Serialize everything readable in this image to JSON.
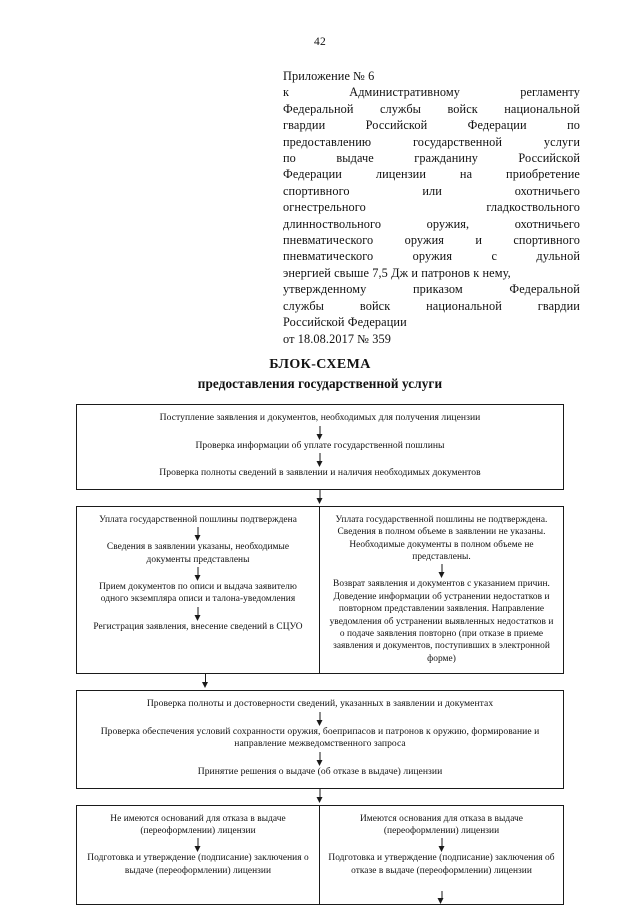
{
  "page": {
    "number": "42"
  },
  "appendix": {
    "lines": [
      "Приложение № 6",
      "к Административному регламенту",
      "Федеральной службы войск национальной",
      "гвардии Российской Федерации по",
      "предоставлению государственной услуги",
      "по выдаче гражданину Российской",
      "Федерации лицензии на приобретение",
      "спортивного или охотничьего",
      "огнестрельного гладкоствольного",
      "длинноствольного оружия, охотничьего",
      "пневматического оружия и спортивного",
      "пневматического оружия с дульной",
      "энергией свыше 7,5 Дж и патронов к нему,",
      "утвержденному приказом Федеральной",
      "службы войск национальной гвардии",
      "Российской Федерации",
      "от 18.08.2017 № 359"
    ]
  },
  "scheme_title": {
    "line1": "БЛОК-СХЕМА",
    "line2": "предоставления государственной услуги"
  },
  "flowchart": {
    "stage1": {
      "steps": [
        "Поступление заявления и документов, необходимых для получения лицензии",
        "Проверка информации об уплате государственной пошлины",
        "Проверка полноты сведений в заявлении и наличия необходимых документов"
      ]
    },
    "stage2": {
      "left": {
        "steps": [
          "Уплата государственной пошлины подтверждена",
          "Сведения в заявлении указаны, необходимые документы представлены",
          "Прием документов по описи и выдача заявителю одного экземпляра описи и талона-уведомления",
          "Регистрация заявления, внесение сведений в СЦУО"
        ]
      },
      "right": {
        "steps": [
          "Уплата государственной пошлины не подтверждена. Сведения в полном объеме в заявлении не указаны. Необходимые документы в полном объеме не представлены.",
          "Возврат заявления и документов с указанием причин. Доведение информации об устранении недостатков и повторном представлении заявления. Направление уведомления об устранении выявленных недостатков и о подаче заявления повторно (при отказе в приеме заявления и документов, поступивших в электронной форме)"
        ]
      }
    },
    "stage3": {
      "steps": [
        "Проверка полноты и достоверности сведений, указанных в заявлении и документах",
        "Проверка обеспечения условий сохранности оружия, боеприпасов и патронов к оружию, формирование и направление межведомственного запроса",
        "Принятие решения о выдаче (об отказе в выдаче) лицензии"
      ]
    },
    "stage4": {
      "left": {
        "steps": [
          "Не имеются оснований для отказа в выдаче (переоформлении) лицензии",
          "Подготовка и утверждение (подписание) заключения о выдаче (переоформлении) лицензии"
        ]
      },
      "right": {
        "steps": [
          "Имеются основания для отказа в выдаче (переоформлении) лицензии",
          "Подготовка и утверждение (подписание) заключения об отказе в выдаче (переоформлении) лицензии"
        ]
      }
    }
  }
}
